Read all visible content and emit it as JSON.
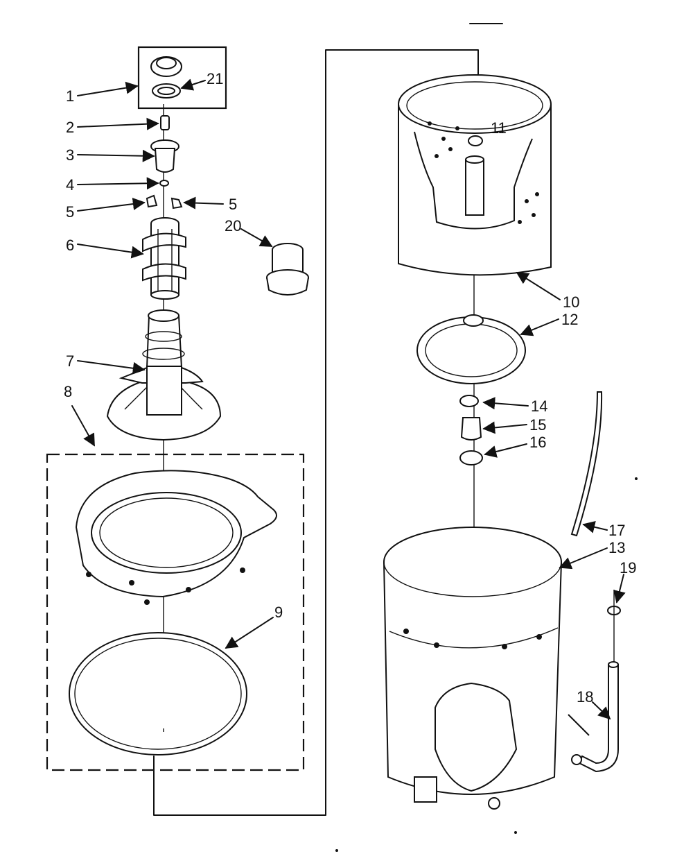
{
  "labels": {
    "p1": "1",
    "p2": "2",
    "p3": "3",
    "p4": "4",
    "p5a": "5",
    "p5b": "5",
    "p6": "6",
    "p7": "7",
    "p8": "8",
    "p9": "9",
    "p10": "10",
    "p11": "11",
    "p12": "12",
    "p13": "13",
    "p14": "14",
    "p15": "15",
    "p16": "16",
    "p17": "17",
    "p18": "18",
    "p19": "19",
    "p20": "20",
    "p21": "21"
  }
}
